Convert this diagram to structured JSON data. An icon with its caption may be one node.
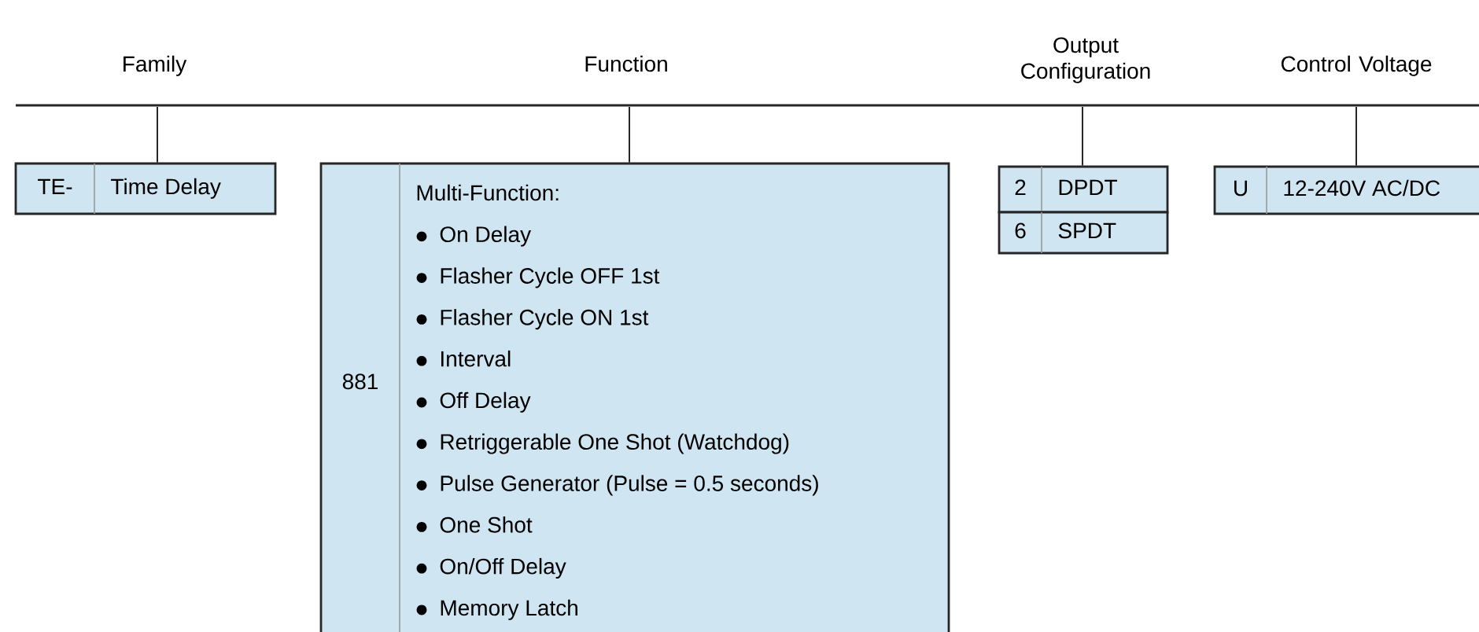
{
  "diagram": {
    "nodes": [
      {
        "text": [
          "TE-",
          "Time Delay"
        ]
      },
      {
        "text": [
          "881",
          "Multi-Function:",
          "On Delay",
          "Flasher Cycle OFF 1st",
          "Flasher Cycle ON 1st",
          "Interval",
          "Off Delay",
          "Retriggerable One Shot (Watchdog)",
          "Pulse Generator (Pulse = 0.5 seconds)",
          "One Shot",
          "On/Off Delay",
          "Memory Latch"
        ]
      },
      {
        "text": [
          "2",
          "DPDT"
        ]
      },
      {
        "text": [
          "6",
          "SPDT"
        ]
      },
      {
        "text": [
          "U",
          "12-240V AC/DC"
        ]
      },
      {
        "text": [],
        "shape": "bar"
      }
    ],
    "edges": [
      {
        "from": 5,
        "to": 0,
        "arrow": "none"
      },
      {
        "from": 5,
        "to": 1,
        "arrow": "none"
      },
      {
        "from": 5,
        "to": 2,
        "arrow": "none"
      },
      {
        "from": 5,
        "to": 4,
        "arrow": "none"
      }
    ],
    "labels": [
      "Family",
      "Function",
      "Output Configuration",
      "Control Voltage"
    ]
  }
}
